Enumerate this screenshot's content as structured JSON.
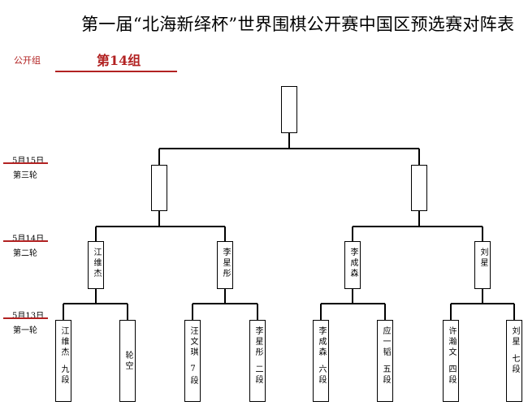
{
  "title": "第一届“北海新绎杯”世界围棋公开赛中国区预选赛对阵表",
  "group_label": "公开组",
  "group_name": "第14组",
  "rounds": [
    {
      "date": "5月15日",
      "label": "第三轮"
    },
    {
      "date": "5月14日",
      "label": "第二轮"
    },
    {
      "date": "5月13日",
      "label": "第一轮"
    }
  ],
  "final": {
    "name": ""
  },
  "semis": [
    {
      "name": ""
    },
    {
      "name": ""
    }
  ],
  "quarters": [
    {
      "name": "江维杰"
    },
    {
      "name": "李星彤"
    },
    {
      "name": "李成森"
    },
    {
      "name": "刘星"
    }
  ],
  "players": [
    {
      "name": "江维杰",
      "rank": "九段"
    },
    {
      "name": "轮空",
      "rank": ""
    },
    {
      "name": "汪文琪",
      "rank": "7段"
    },
    {
      "name": "李星彤",
      "rank": "二段"
    },
    {
      "name": "李成森",
      "rank": "六段"
    },
    {
      "name": "应一韬",
      "rank": "五段"
    },
    {
      "name": "许瀚文",
      "rank": "四段"
    },
    {
      "name": "刘星",
      "rank": "七段"
    }
  ],
  "colors": {
    "accent": "#b22222",
    "line": "#000000"
  }
}
